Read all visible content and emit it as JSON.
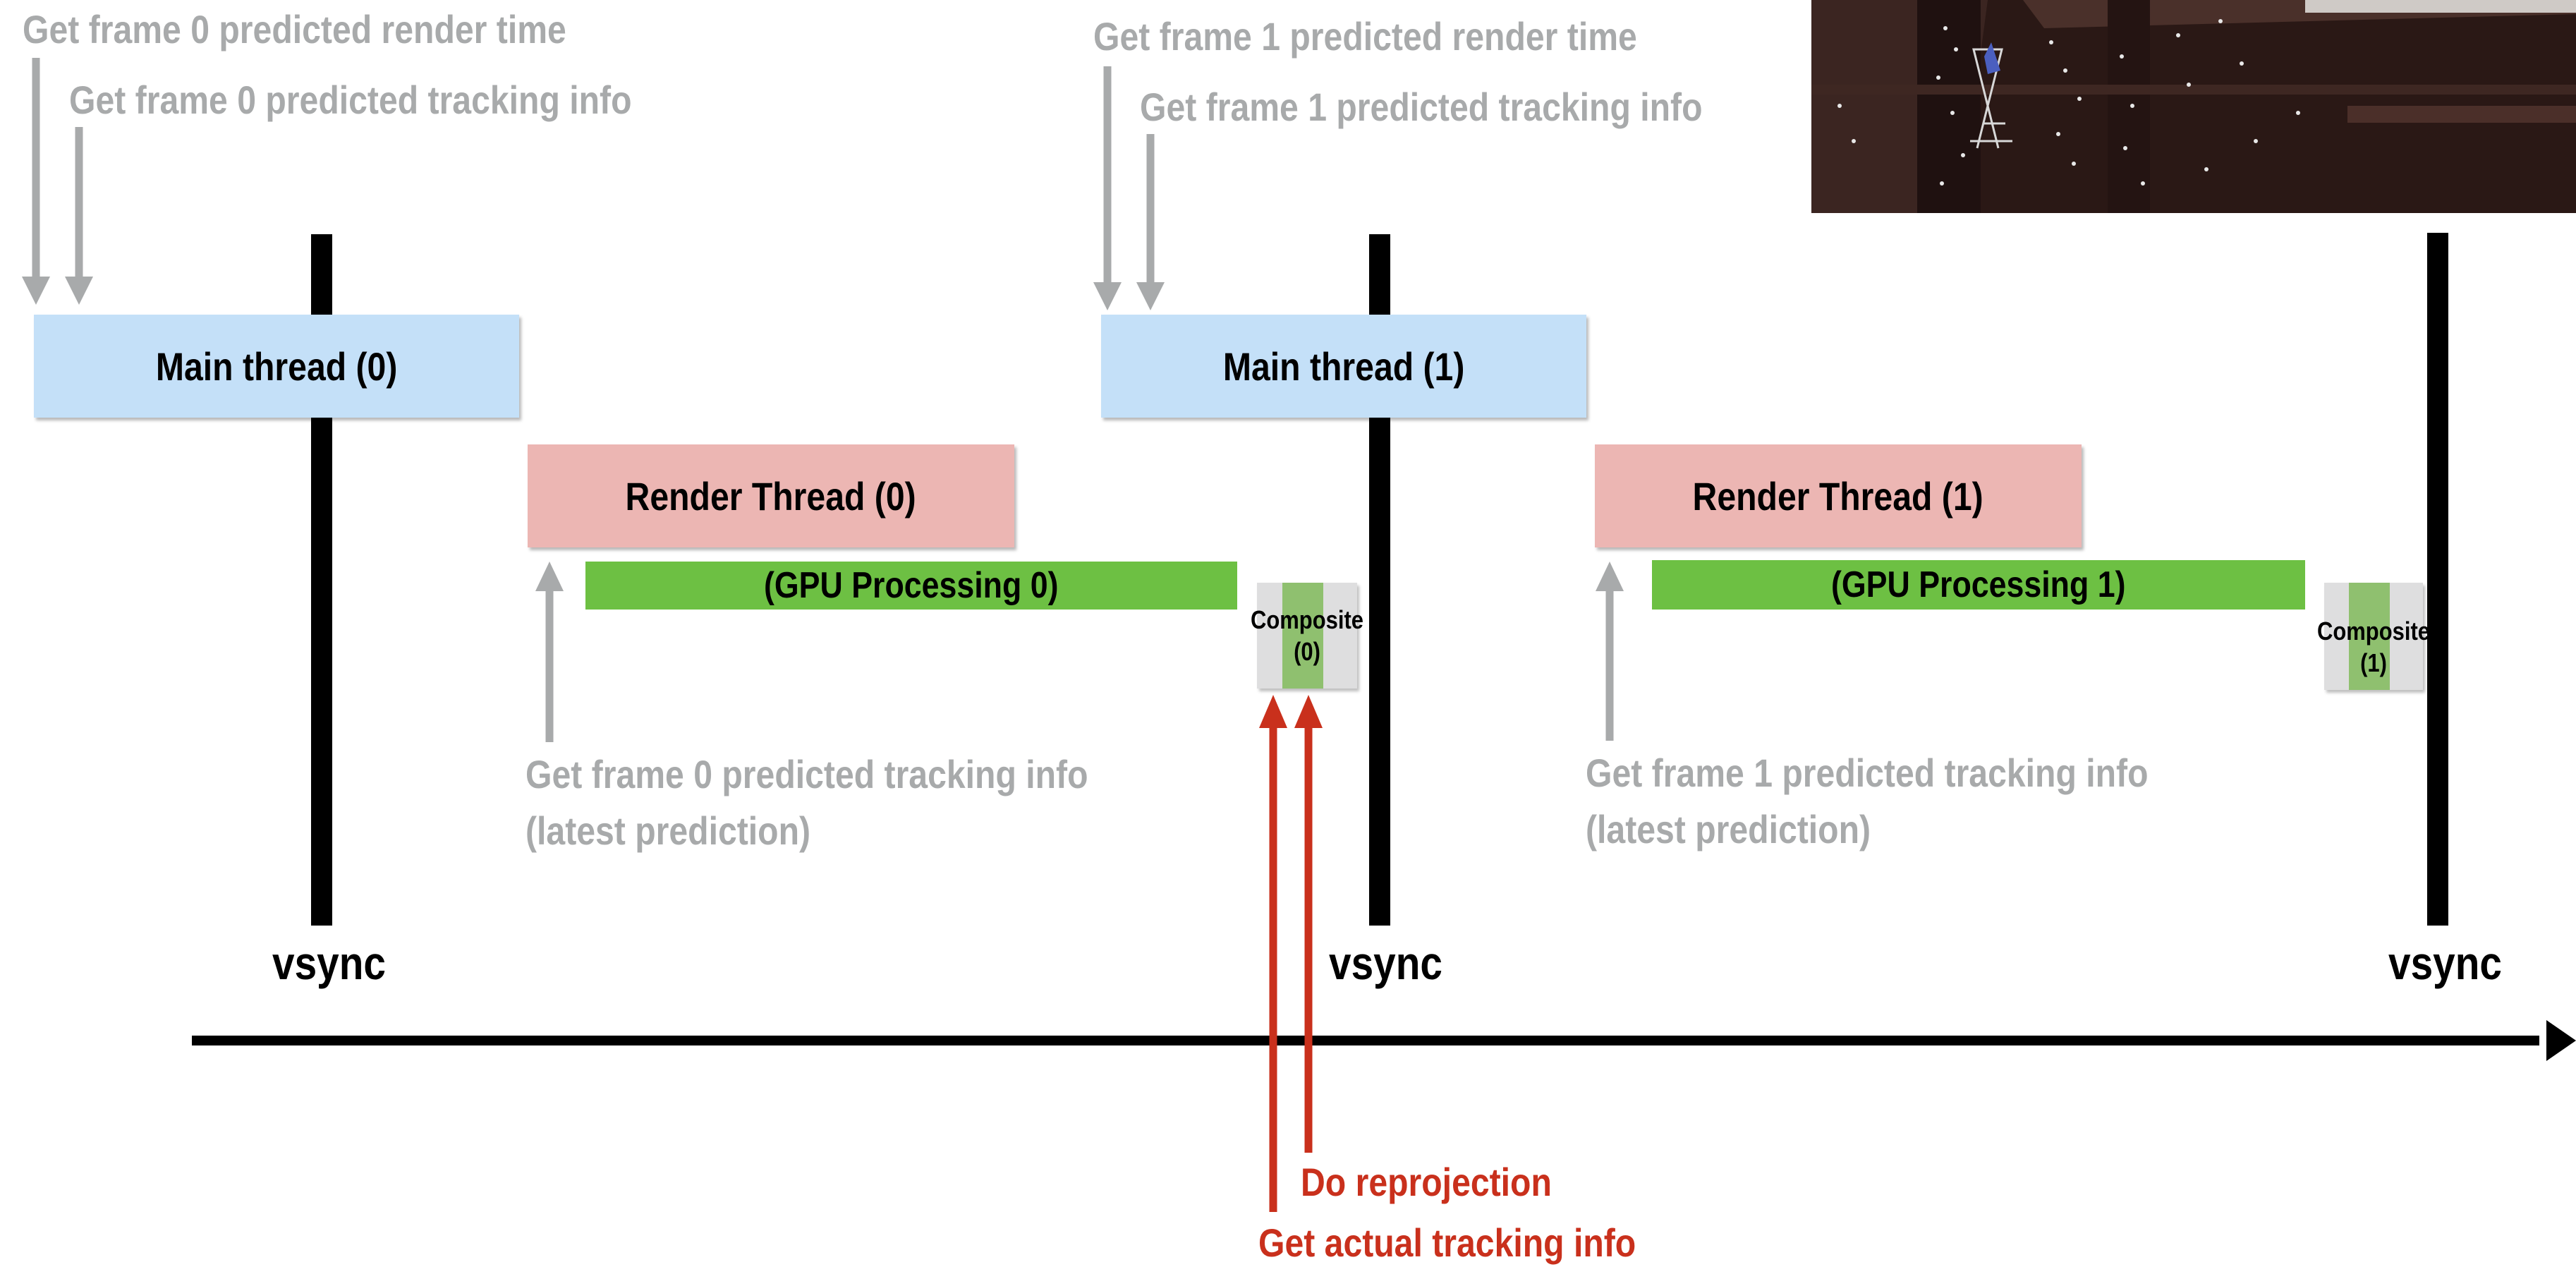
{
  "annotations": {
    "frame0_render_time": "Get frame 0 predicted render time",
    "frame0_tracking_info": "Get frame 0 predicted tracking info",
    "frame1_render_time": "Get frame 1 predicted render time",
    "frame1_tracking_info": "Get frame 1 predicted tracking info",
    "frame0_latest_line1": "Get frame 0 predicted tracking info",
    "frame0_latest_line2": "(latest prediction)",
    "frame1_latest_line1": "Get frame 1 predicted tracking info",
    "frame1_latest_line2": "(latest prediction)",
    "do_reprojection": "Do reprojection",
    "get_actual_tracking": "Get actual tracking info"
  },
  "blocks": {
    "main_thread_0": "Main thread (0)",
    "main_thread_1": "Main thread (1)",
    "render_thread_0": "Render Thread (0)",
    "render_thread_1": "Render Thread (1)",
    "gpu_processing_0": "(GPU Processing 0)",
    "gpu_processing_1": "(GPU Processing 1)",
    "composite_0_line1": "Composite",
    "composite_0_line2": "(0)",
    "composite_1_line1": "Composite",
    "composite_1_line2": "(1)"
  },
  "vsync": [
    "vsync",
    "vsync",
    "vsync"
  ],
  "colors": {
    "main_thread": "#c4e0f8",
    "render_thread": "#ecb6b3",
    "gpu_processing": "#6dc043",
    "composite_bg": "#dededf",
    "composite_strip": "#8fc06f",
    "annotation_gray": "#a8aaab",
    "annotation_red": "#c9301c",
    "timeline": "#000000"
  }
}
